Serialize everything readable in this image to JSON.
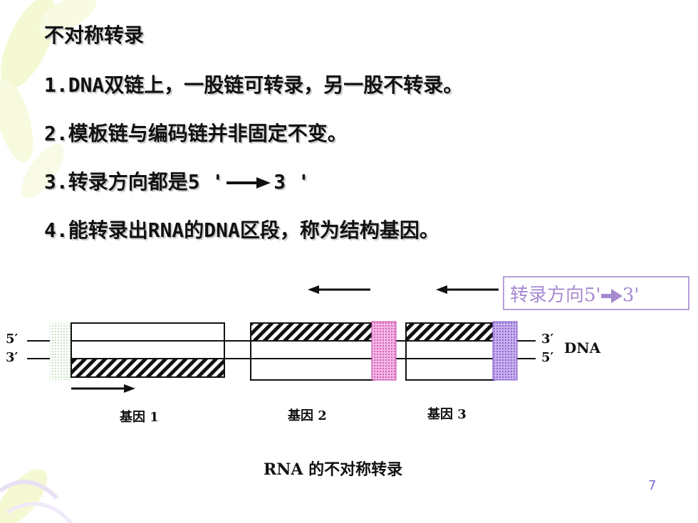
{
  "title": "不对称转录",
  "points": [
    "1.DNA双链上，一股链可转录，另一股不转录。",
    "2.模板链与编码链并非固定不变。",
    "3.转录方向都是5 '",
    "4.能转录出RNA的DNA区段，称为结构基因。"
  ],
  "point3_suffix": "3 '",
  "legend": {
    "text": "转录方向5'",
    "suffix": "3'"
  },
  "diagram": {
    "left_strand_top": "5′",
    "left_strand_bottom": "3′",
    "right_strand_top": "3′",
    "right_strand_bottom": "5′",
    "dna_label": "DNA",
    "genes": [
      "基因 1",
      "基因 2",
      "基因 3"
    ]
  },
  "caption": "RNA 的不对称转录",
  "page_number": "7",
  "colors": {
    "pink_promoter": "#e060c0",
    "purple_promoter": "#9a70d8",
    "legend_text": "#a68ad2",
    "deco_leaf": "#e8f0a0"
  }
}
